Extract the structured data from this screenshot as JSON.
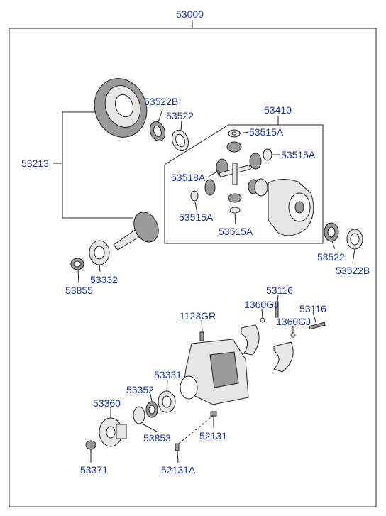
{
  "diagram": {
    "labels": {
      "assembly": "53000",
      "ring_pinion_gear": "53213",
      "bearing_upper_1": "53522B",
      "bearing_upper_2": "53522",
      "case_assembly": "53410",
      "washer_top": "53515A",
      "washer_right": "53515A",
      "pinion_shaft": "53518A",
      "washer_left": "53515A",
      "washer_bottom": "53515A",
      "bearing_right_1": "53522",
      "bearing_right_2": "53522B",
      "oil_seal": "53855",
      "pinion_bearing": "53332",
      "bolt_upper_1": "53116",
      "bolt_clip_1": "1360GJ",
      "bolt_upper_2": "53116",
      "bolt_clip_2": "1360GJ",
      "breather_plug": "1123GR",
      "carrier_bearing": "53331",
      "spacer": "53352",
      "companion_flange": "53360",
      "seal_ring": "53853",
      "stud_bolt": "52131",
      "flange_nut": "53371",
      "stud_bolt_a": "52131A"
    }
  }
}
